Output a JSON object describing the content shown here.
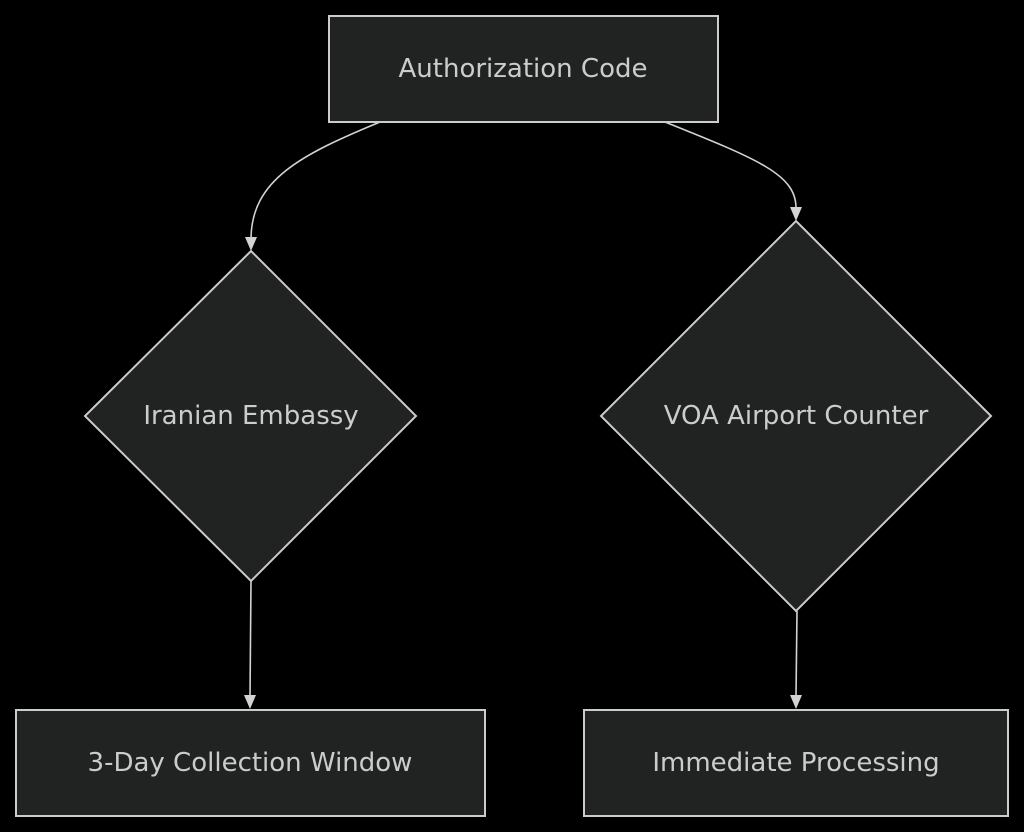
{
  "diagram": {
    "type": "flowchart",
    "colors": {
      "background": "#000000",
      "node_fill": "#212222",
      "node_stroke": "#cccccc",
      "edge": "#d3d3d3",
      "text": "#cccccc"
    },
    "nodes": {
      "auth": {
        "label": "Authorization Code",
        "shape": "rectangle"
      },
      "embassy": {
        "label": "Iranian Embassy",
        "shape": "diamond"
      },
      "voa": {
        "label": "VOA Airport Counter",
        "shape": "diamond"
      },
      "collection": {
        "label": "3-Day Collection Window",
        "shape": "rectangle"
      },
      "immediate": {
        "label": "Immediate Processing",
        "shape": "rectangle"
      }
    },
    "edges": [
      {
        "from": "Authorization Code",
        "to": "Iranian Embassy"
      },
      {
        "from": "Authorization Code",
        "to": "VOA Airport Counter"
      },
      {
        "from": "Iranian Embassy",
        "to": "3-Day Collection Window"
      },
      {
        "from": "VOA Airport Counter",
        "to": "Immediate Processing"
      }
    ]
  }
}
